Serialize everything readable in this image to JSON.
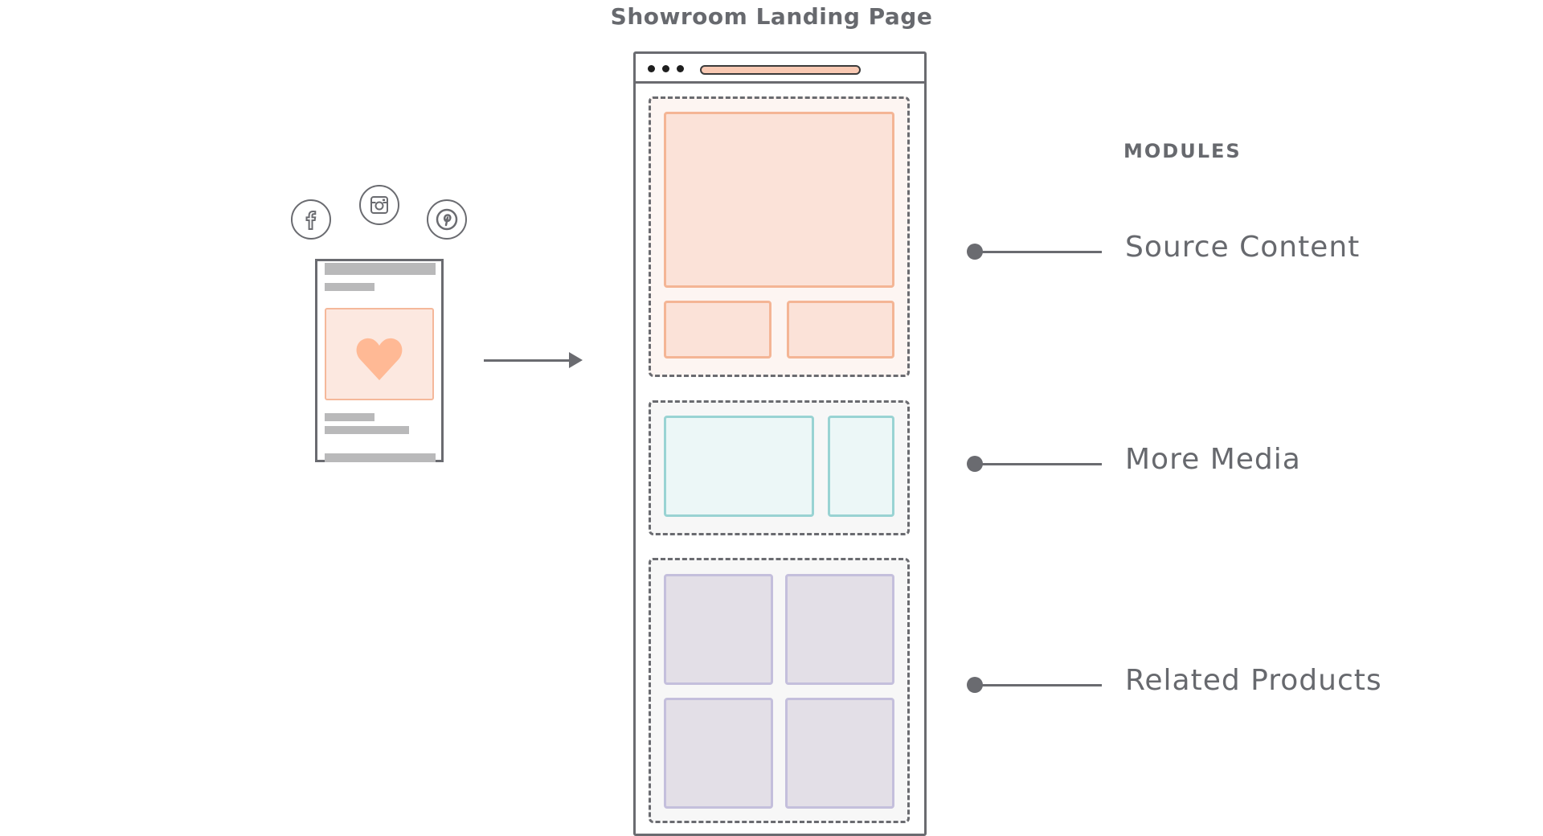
{
  "title": "Showroom Landing Page",
  "modules_heading": "MODULES",
  "modules": [
    {
      "label": "Source Content",
      "color": "#f4b595"
    },
    {
      "label": "More Media",
      "color": "#99d3d3"
    },
    {
      "label": "Related Products",
      "color": "#c4bfdc"
    }
  ],
  "social_icons": [
    "facebook-icon",
    "instagram-icon",
    "pinterest-icon"
  ],
  "colors": {
    "stroke": "#6a6b70",
    "text": "#67696e",
    "peach": "#fbe2d8",
    "teal": "#ecf7f7",
    "lavender": "#e3dfe7",
    "heart": "#ffb995"
  }
}
